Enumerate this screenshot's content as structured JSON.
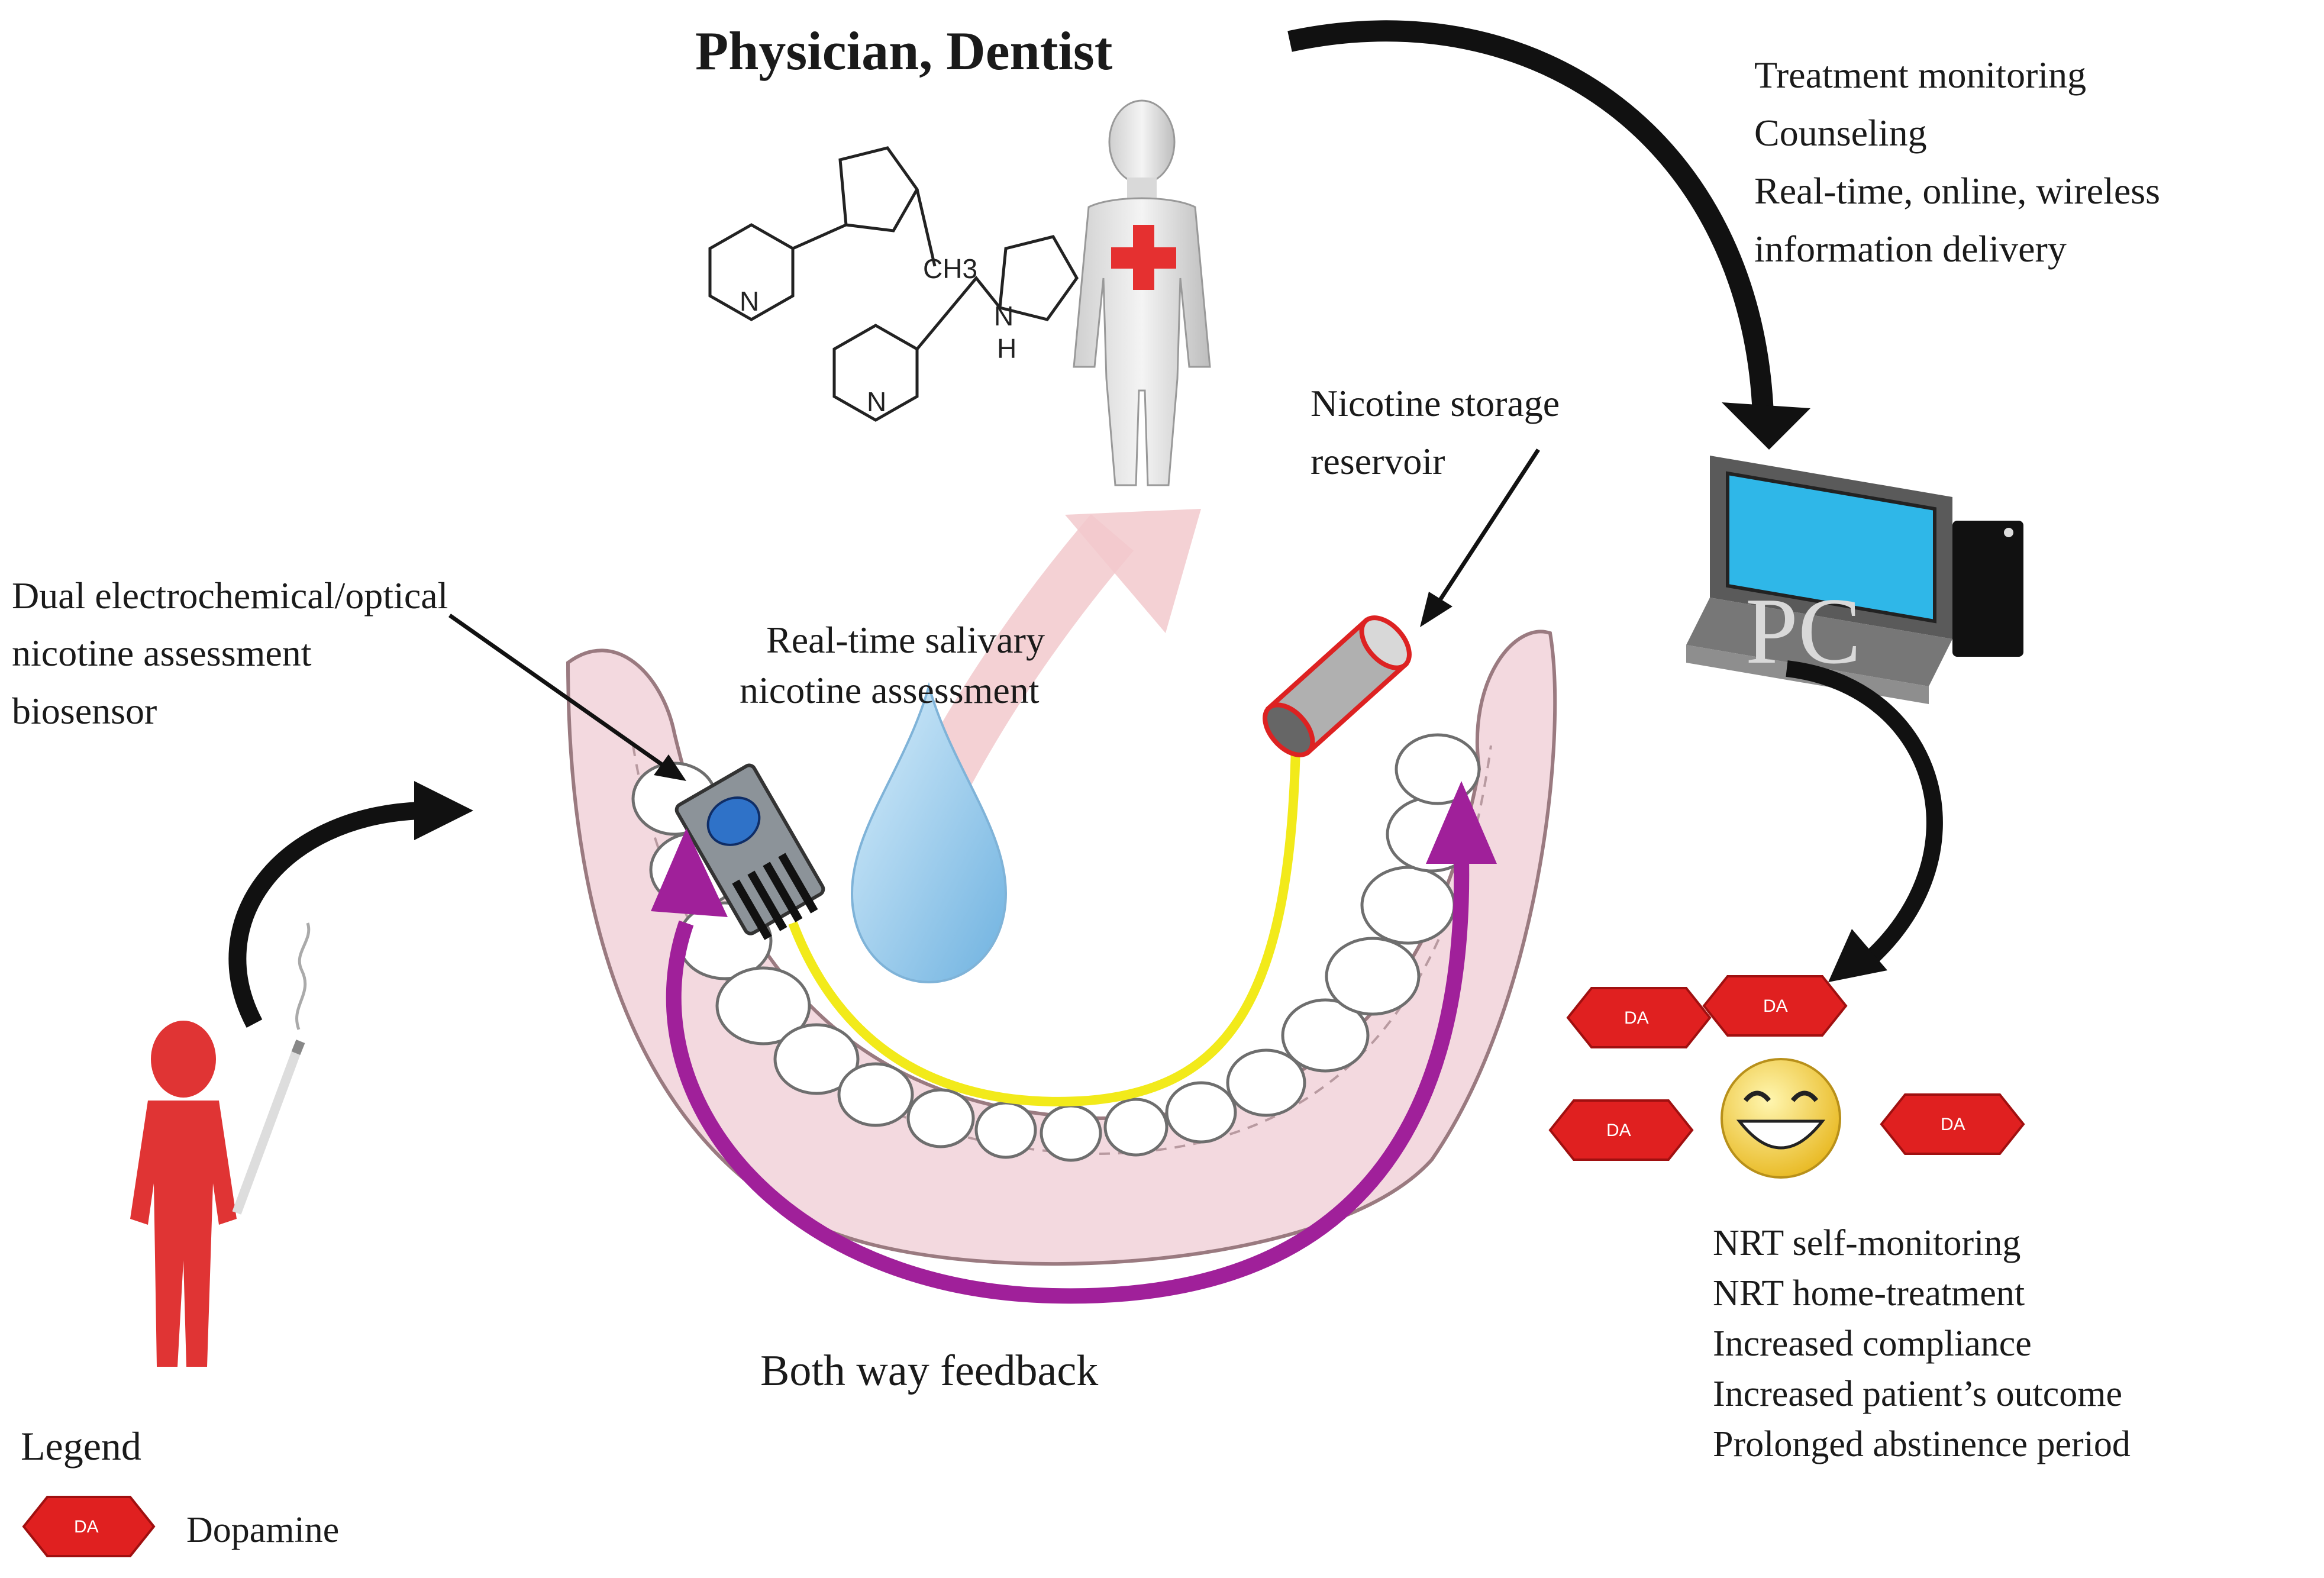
{
  "title": "Physician, Dentist",
  "physician_services": [
    "Treatment monitoring",
    "Counseling",
    "Real-time, online, wireless",
    "information delivery"
  ],
  "reservoir_label": [
    "Nicotine storage",
    "reservoir"
  ],
  "biosensor_label": [
    "Dual electrochemical/optical",
    "nicotine assessment",
    "biosensor"
  ],
  "saliva_label": [
    "Real-time salivary",
    "nicotine assessment"
  ],
  "feedback_label": "Both way feedback",
  "outcomes": [
    "NRT self-monitoring",
    "NRT home-treatment",
    "Increased compliance",
    "Increased patient’s outcome",
    "Prolonged abstinence period"
  ],
  "legend": {
    "title": "Legend",
    "symbol": "DA",
    "meaning": "Dopamine"
  },
  "device_text": "PC",
  "chem": {
    "n1": "N",
    "n2": "N",
    "ch3": "CH3",
    "nh": "N",
    "h": "H"
  },
  "colors": {
    "dopamine": "#e02020",
    "feedback_arrow": "#a0209a",
    "wire": "#f2ea1a",
    "gum": "#f3d9df",
    "drop": "#8ec6ea",
    "cross": "#e53030"
  }
}
